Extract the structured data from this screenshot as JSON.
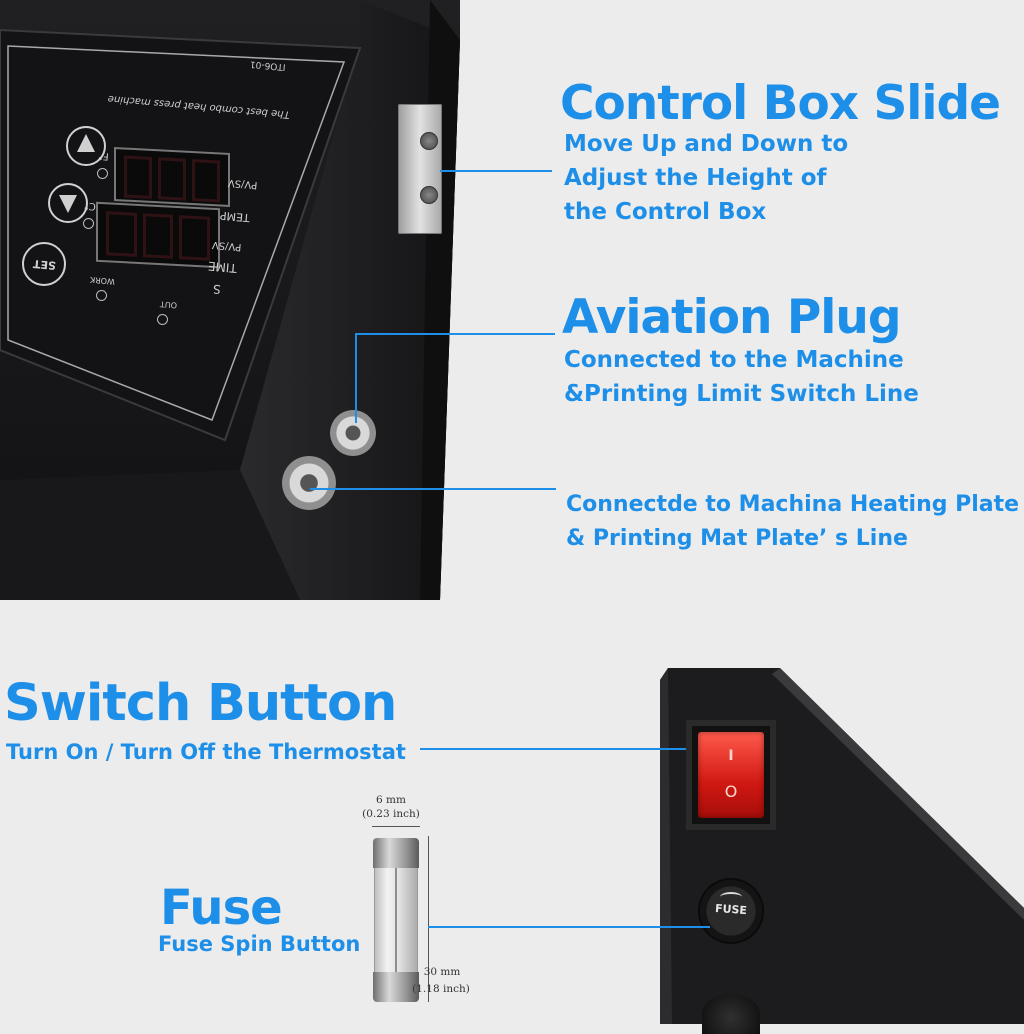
{
  "panel": {
    "model_code": "ITO6-01",
    "machine_name": "The best combo heat press machine",
    "pv_sv_1": "PV/SV",
    "temp_label": "TEMP",
    "pv_sv_2": "PV/SV",
    "time_label": "TIME",
    "s_label": "S",
    "f_label": "F°",
    "c_label": "C°",
    "set_label": "SET",
    "work_label": "WORK",
    "out_label": "OUT"
  },
  "callouts": {
    "control_box_slide": {
      "title": "Control Box Slide",
      "line1": "Move Up and Down to",
      "line2": "Adjust the Height of",
      "line3": "the Control Box"
    },
    "aviation_plug": {
      "title": "Aviation Plug",
      "line1": "Connected to the Machine",
      "line2": "&Printing Limit  Switch Line"
    },
    "heating_plate": {
      "line1": "Connectde to Machina Heating  Plate",
      "line2": "& Printing  Mat  Plate’  s Line"
    },
    "switch_button": {
      "title": "Switch Button",
      "line1": "Turn On / Turn Off the Thermostat"
    },
    "fuse": {
      "title": "Fuse",
      "line1": "Fuse Spin Button"
    }
  },
  "switch": {
    "on_mark": "I",
    "off_mark": "O",
    "fuse_cap_label": "FUSE"
  },
  "fuse_dims": {
    "width_mm": "6 mm",
    "width_inch": "(0.23 inch)",
    "length_mm": "30 mm",
    "length_inch": "(1.18 inch)"
  },
  "colors": {
    "accent": "#1e8fe8",
    "device_body": "#1c1c1e",
    "switch_red": "#e0201c"
  }
}
